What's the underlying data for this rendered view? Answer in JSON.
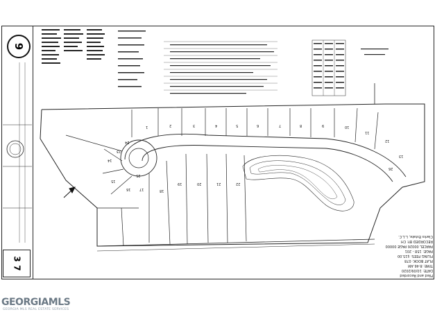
{
  "document": {
    "type": "subdivision-plat",
    "sheet_number": "9",
    "page_current": "3",
    "page_total": "7",
    "logo_text": "GEORGIAMLS",
    "logo_subtext": "GEORGIA MLS REAL ESTATE SERVICES",
    "recorder_lines": [
      "Clarks Estate, L.L.C.",
      "RECORDED BY: CH",
      "PARCEL 00026 PAGE 00000",
      "PAGE: 158 - 201",
      "FILING FEES: $15.00",
      "PLAT BOOK: 078",
      "TIME: 8:46 AM",
      "DATE: 10/09/2020",
      "Filed and Recorded"
    ],
    "lot_labels": [
      "1",
      "2",
      "3",
      "4",
      "5",
      "6",
      "7",
      "8",
      "9",
      "10",
      "11",
      "12",
      "13",
      "14",
      "15",
      "16",
      "17",
      "18",
      "19",
      "20",
      "21",
      "22",
      "23",
      "24",
      "25",
      "26"
    ],
    "colors": {
      "ink": "#111111",
      "paper": "#ffffff",
      "logo": "#6c7a86"
    }
  }
}
